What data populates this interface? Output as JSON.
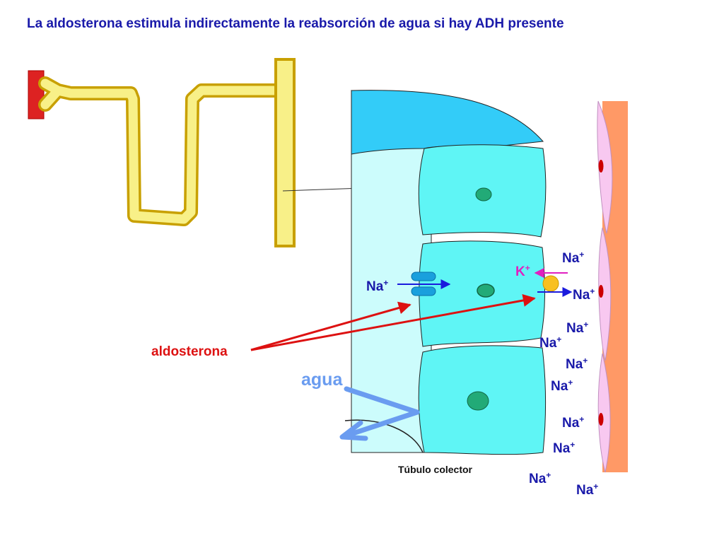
{
  "title": "La aldosterona estimula indirectamente la reabsorción de agua si hay ADH presente",
  "labels": {
    "aldosterona": "aldosterona",
    "agua": "agua",
    "tubulo": "Túbulo colector",
    "k_ion": "K",
    "na_ion": "Na",
    "charge": "+"
  },
  "colors": {
    "title": "#1a1aaa",
    "ion_text": "#1a1aaa",
    "potassium": "#e020c0",
    "aldosterone_arrow": "#dd1111",
    "water_arrow": "#6a9cf0",
    "cell_fill": "#5ff5f5",
    "lumen_fill": "#ccfcfc",
    "capsule_fill": "#33ccf8",
    "interstitium": "#ff9966",
    "endothelial": "#f8c8f0",
    "nephron_tube": "#f8f088",
    "nephron_outline": "#c8a000",
    "glomerulus": "#dd2222"
  }
}
